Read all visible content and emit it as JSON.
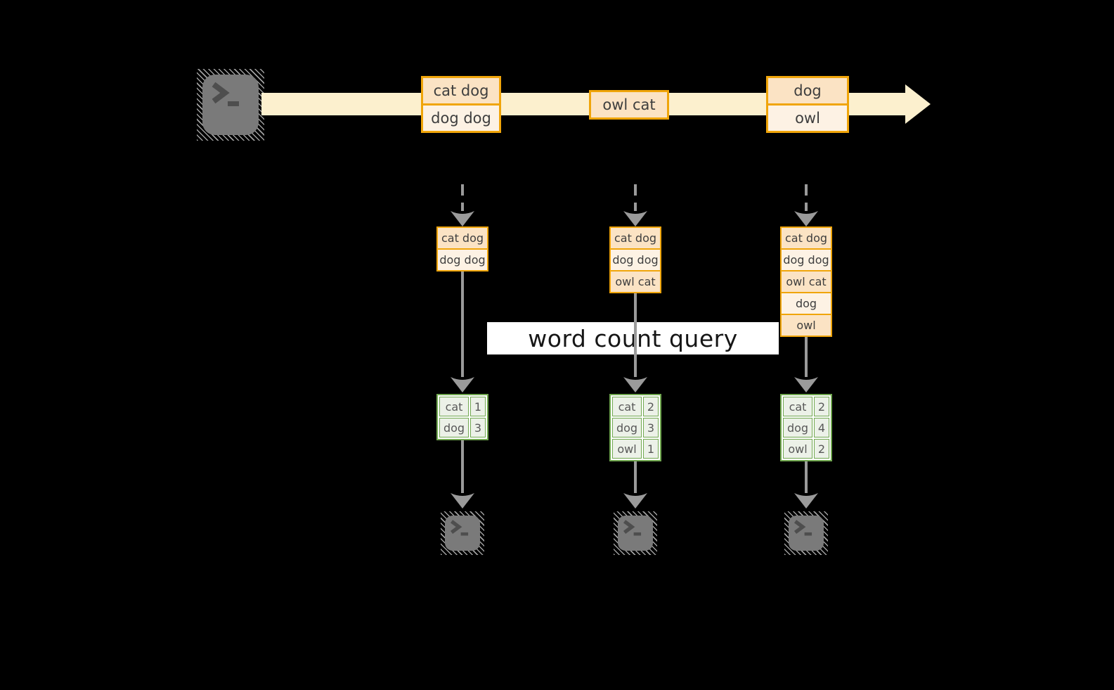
{
  "colors": {
    "background": "#000000",
    "stream_fill": "#fcf0ce",
    "box_border": "#f0a50a",
    "box_fill_dark": "#fbe3c4",
    "box_fill_light": "#fdf2e4",
    "green_border": "#71a850",
    "green_fill": "#ecf1e8",
    "arrow_gray": "#9a9a9a",
    "query_bg": "#ffffff",
    "query_text": "#161616",
    "terminal_fill": "#7a7a7a"
  },
  "query_label": "word count query",
  "stream": {
    "messages": [
      {
        "rows": [
          "cat dog",
          "dog dog"
        ]
      },
      {
        "rows": [
          "owl cat"
        ]
      },
      {
        "rows": [
          "dog",
          "owl"
        ]
      }
    ]
  },
  "snapshots": [
    {
      "buffer": [
        "cat dog",
        "dog dog"
      ],
      "counts": [
        {
          "word": "cat",
          "count": "1"
        },
        {
          "word": "dog",
          "count": "3"
        }
      ]
    },
    {
      "buffer": [
        "cat dog",
        "dog dog",
        "owl cat"
      ],
      "counts": [
        {
          "word": "cat",
          "count": "2"
        },
        {
          "word": "dog",
          "count": "3"
        },
        {
          "word": "owl",
          "count": "1"
        }
      ]
    },
    {
      "buffer": [
        "cat dog",
        "dog dog",
        "owl cat",
        "dog",
        "owl"
      ],
      "counts": [
        {
          "word": "cat",
          "count": "2"
        },
        {
          "word": "dog",
          "count": "4"
        },
        {
          "word": "owl",
          "count": "2"
        }
      ]
    }
  ]
}
